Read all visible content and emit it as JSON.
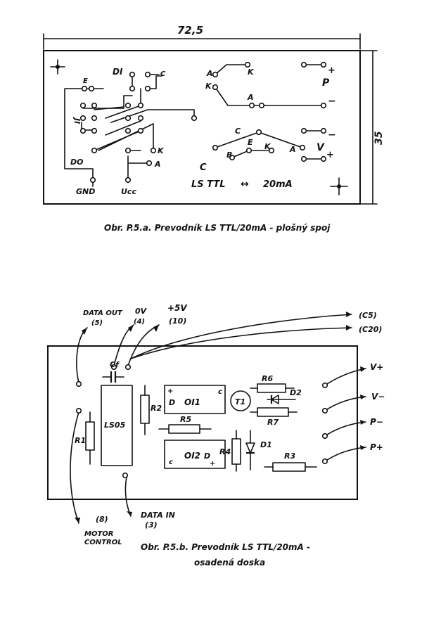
{
  "top": {
    "dimension_width": "72,5",
    "dimension_height": "35",
    "label_di": "DI",
    "label_dq": "DO",
    "label_ji": "JI",
    "label_gnd": "GND",
    "label_ucc": "Ucc",
    "label_e_left": "E",
    "label_c_left": "C",
    "label_k_left": "K",
    "label_a_left": "A",
    "label_a1": "A",
    "label_k1": "K",
    "label_k2": "K",
    "label_a2": "A",
    "label_p": "P",
    "label_plus1": "+",
    "label_minus1": "−",
    "label_c1": "C",
    "label_minus2": "−",
    "label_b": "B",
    "label_e": "E",
    "label_k3": "K",
    "label_a3": "A",
    "label_v": "V",
    "label_plus2": "+",
    "label_c2": "C",
    "label_ls": "LS TTL",
    "label_arrow": "↔",
    "label_20ma": "20mA",
    "caption": "Obr. P.5.a. Prevodník LS TTL/20mA - plošný spoj"
  },
  "bottom": {
    "label_dataout": "DATA OUT",
    "label_5": "(5)",
    "label_0v": "0V",
    "label_4": "(4)",
    "label_5v": "+5V",
    "label_10": "(10)",
    "label_c5": "(C5)",
    "label_c20": "(C20)",
    "label_cf": "Cf",
    "label_ls05": "LS05",
    "label_r1": "R1",
    "label_r2": "R2",
    "label_r3": "R3",
    "label_r4": "R4",
    "label_r5": "R5",
    "label_r6": "R6",
    "label_r7": "R7",
    "label_d2": "D2",
    "label_d1": "D1",
    "label_t1": "T1",
    "label_oi1": "OI1",
    "label_oi2": "OI2",
    "label_d_oi1": "D",
    "label_c_oi1": "c",
    "label_plus_oi1": "+",
    "label_d_oi2": "D",
    "label_c_oi2": "c",
    "label_plus_oi2": "+",
    "label_vplus": "V+",
    "label_vminus": "V−",
    "label_pminus": "P−",
    "label_pplus": "P+",
    "label_datain": "DATA IN",
    "label_3": "(3)",
    "label_8": "(8)",
    "label_motor": "MOTOR",
    "label_control": "CONTROL",
    "caption_line1": "Obr. P.5.b. Prevodník LS TTL/20mA -",
    "caption_line2": "osadená doska"
  }
}
